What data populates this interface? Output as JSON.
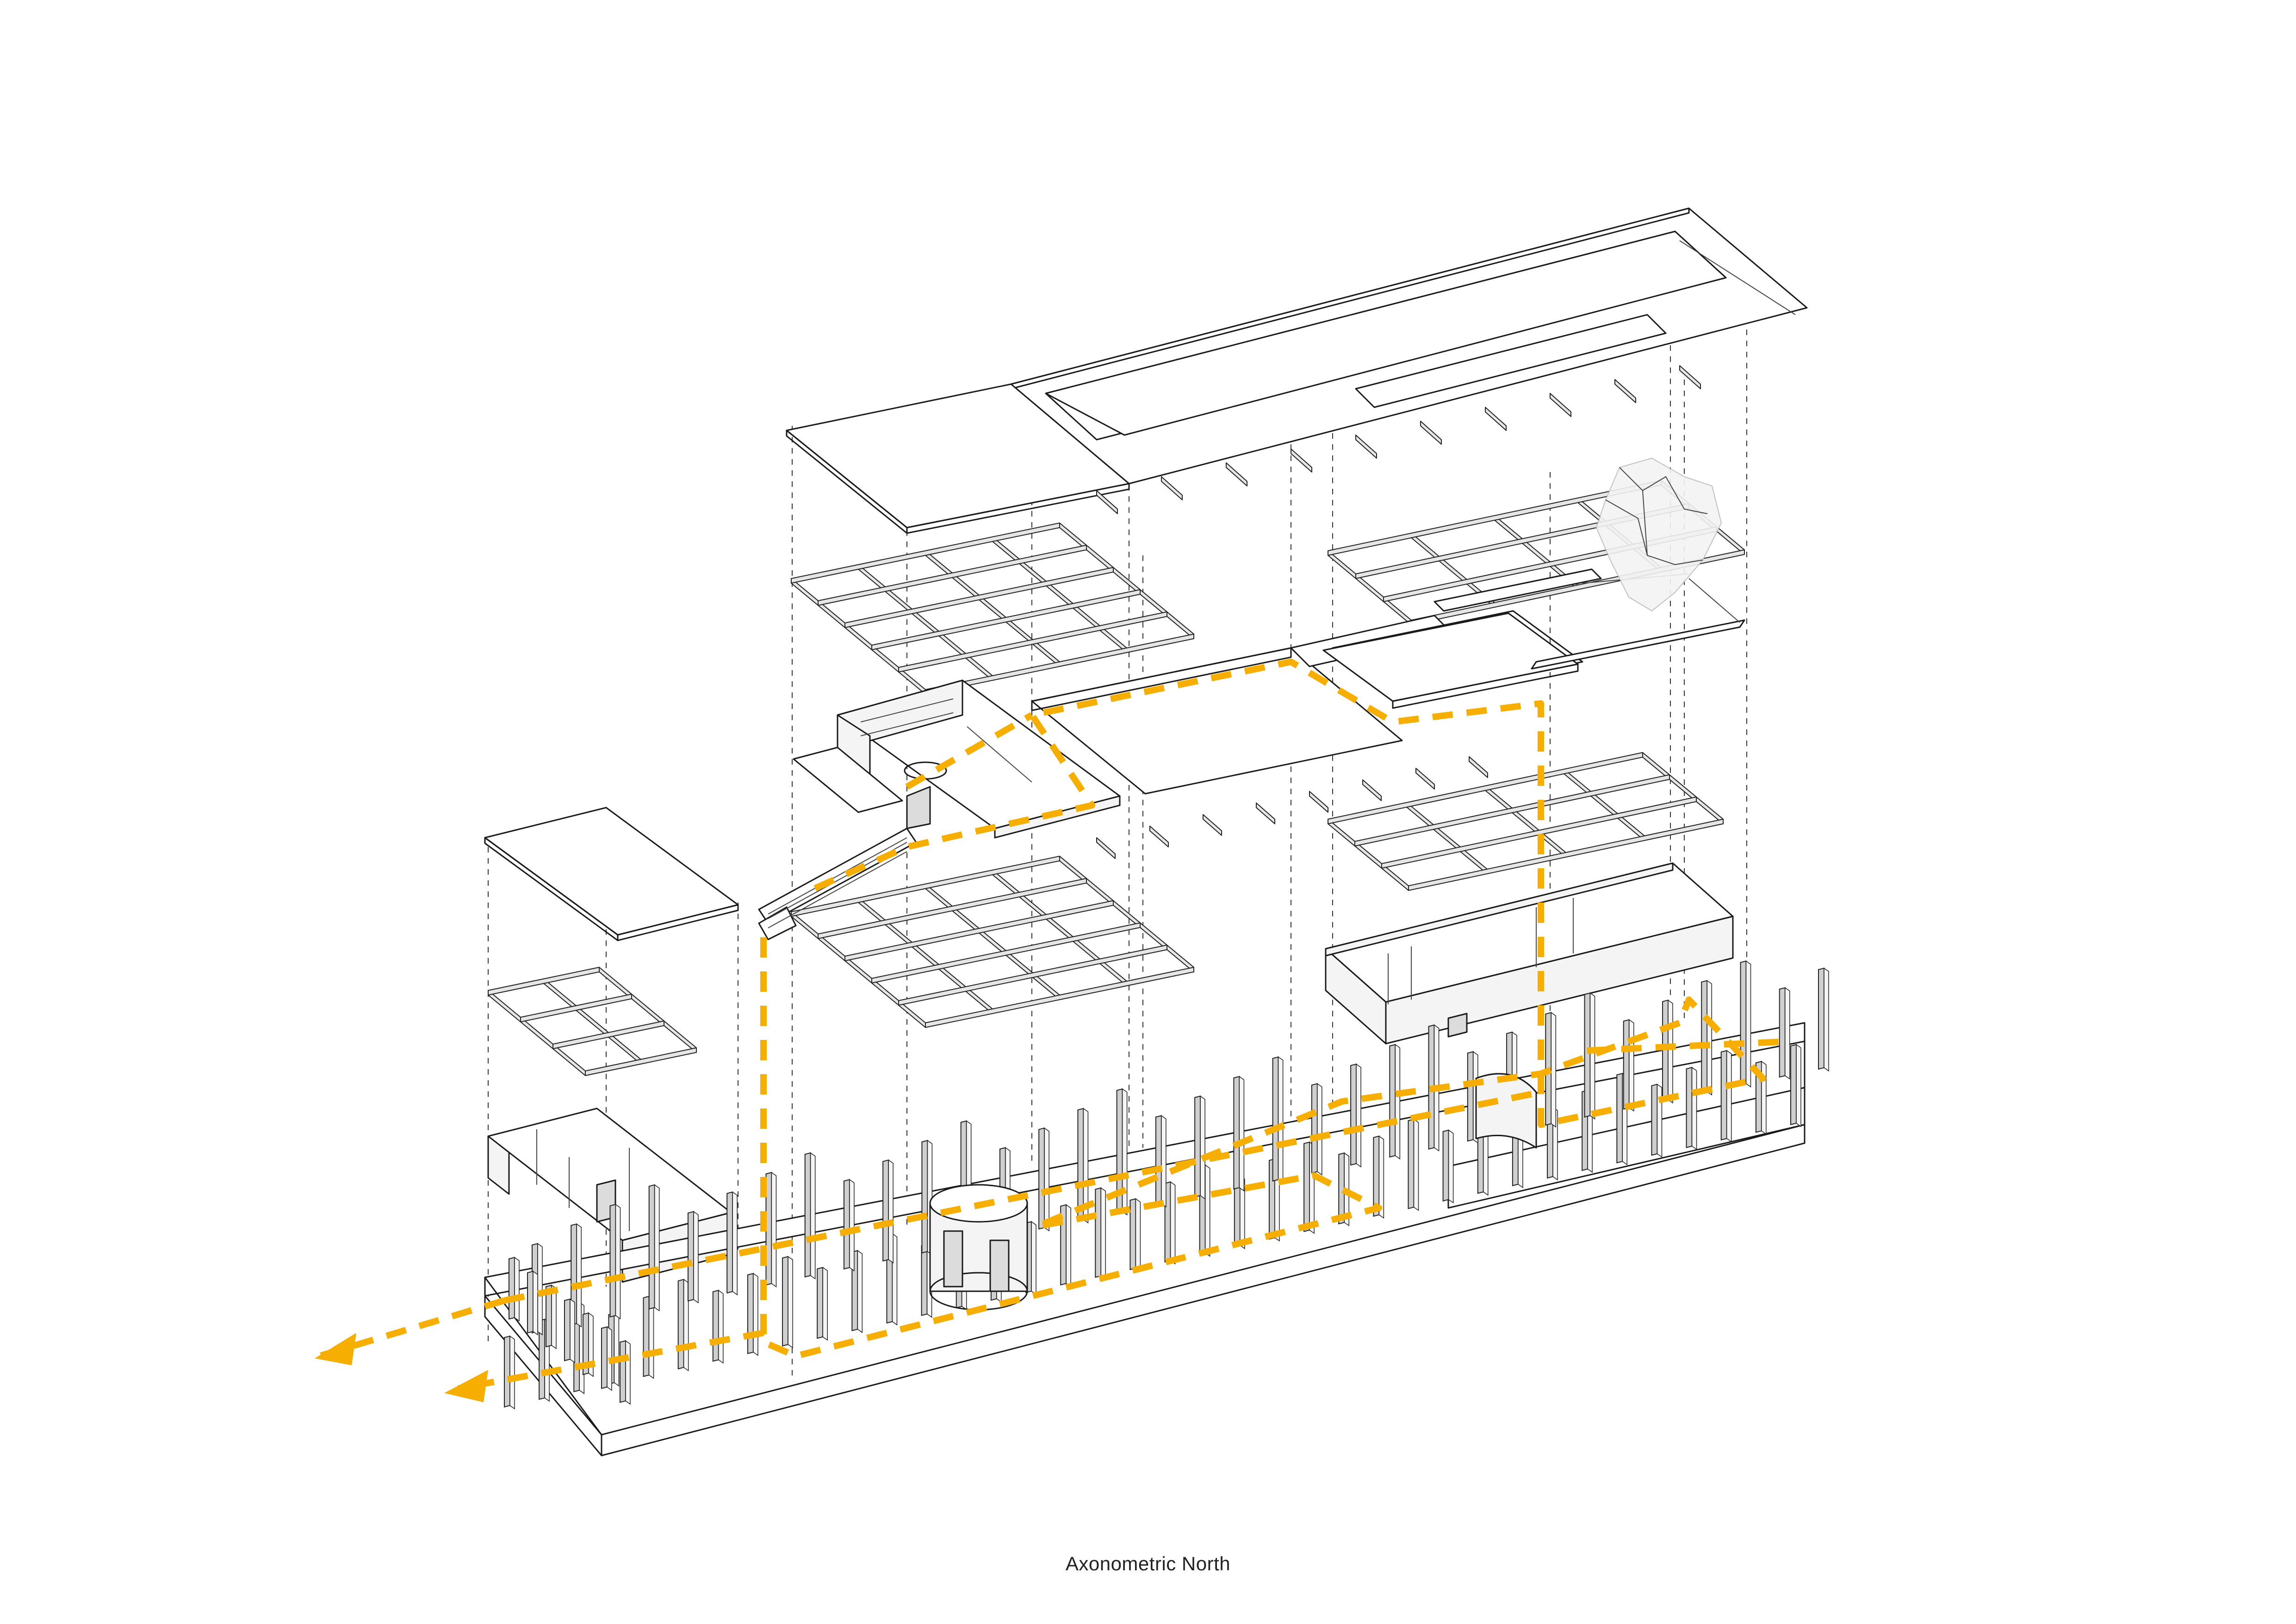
{
  "caption": "Axonometric North",
  "colors": {
    "route": "#F6AE00",
    "line": "#1a1a1a",
    "background": "#ffffff"
  },
  "elements": {
    "route": "dashed circulation route with arrows",
    "columns": "ground-floor column grid",
    "roof_slabs": "exploded roof planes"
  }
}
